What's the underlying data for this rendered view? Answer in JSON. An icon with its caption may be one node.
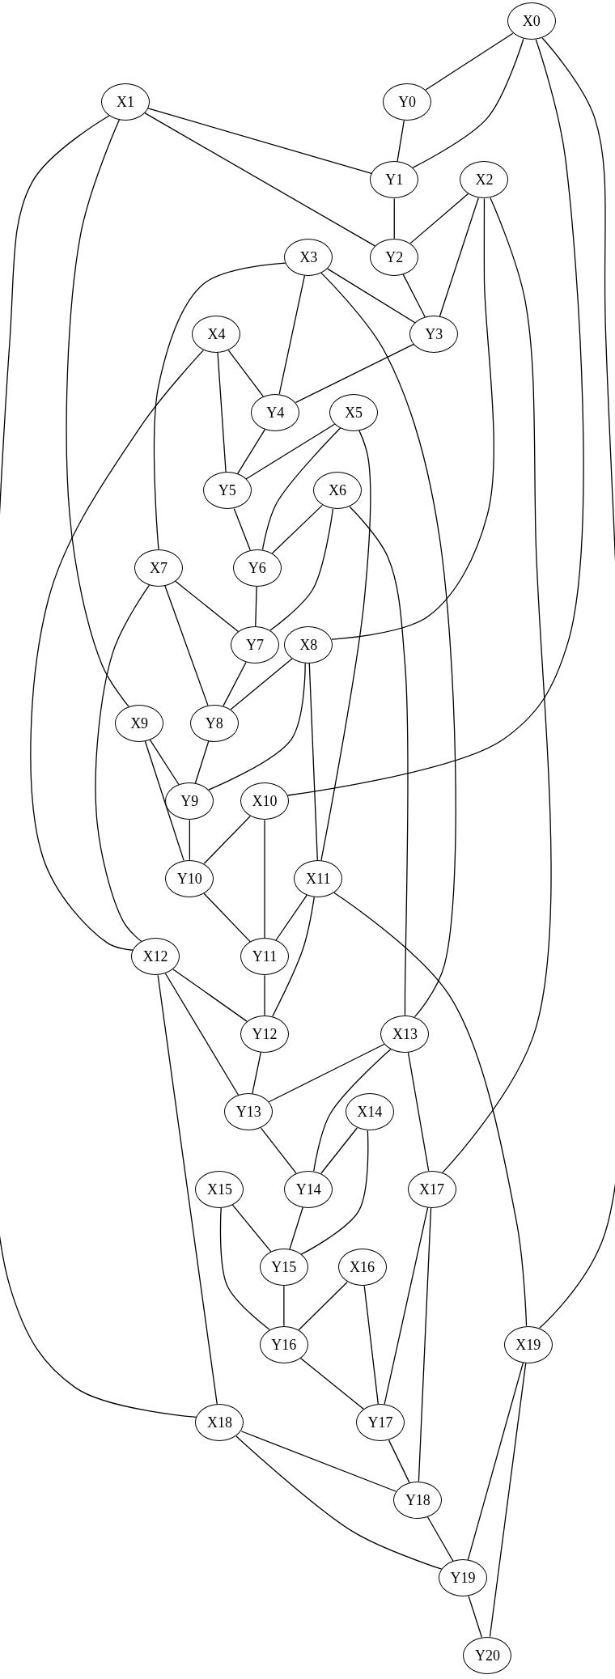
{
  "diagram": {
    "nodes": [
      {
        "text": [
          "X0"
        ]
      },
      {
        "text": [
          "X1"
        ]
      },
      {
        "text": [
          "Y0"
        ]
      },
      {
        "text": [
          "Y1"
        ]
      },
      {
        "text": [
          "X2"
        ]
      },
      {
        "text": [
          "X3"
        ]
      },
      {
        "text": [
          "Y2"
        ]
      },
      {
        "text": [
          "X4"
        ]
      },
      {
        "text": [
          "Y3"
        ]
      },
      {
        "text": [
          "Y4"
        ]
      },
      {
        "text": [
          "X5"
        ]
      },
      {
        "text": [
          "Y5"
        ]
      },
      {
        "text": [
          "X6"
        ]
      },
      {
        "text": [
          "X7"
        ]
      },
      {
        "text": [
          "Y6"
        ]
      },
      {
        "text": [
          "Y7"
        ]
      },
      {
        "text": [
          "X8"
        ]
      },
      {
        "text": [
          "X9"
        ]
      },
      {
        "text": [
          "Y8"
        ]
      },
      {
        "text": [
          "Y9"
        ]
      },
      {
        "text": [
          "X10"
        ]
      },
      {
        "text": [
          "Y10"
        ]
      },
      {
        "text": [
          "X11"
        ]
      },
      {
        "text": [
          "X12"
        ]
      },
      {
        "text": [
          "Y11"
        ]
      },
      {
        "text": [
          "Y12"
        ]
      },
      {
        "text": [
          "X13"
        ]
      },
      {
        "text": [
          "Y13"
        ]
      },
      {
        "text": [
          "X14"
        ]
      },
      {
        "text": [
          "X15"
        ]
      },
      {
        "text": [
          "Y14"
        ]
      },
      {
        "text": [
          "X17"
        ]
      },
      {
        "text": [
          "Y15"
        ]
      },
      {
        "text": [
          "X16"
        ]
      },
      {
        "text": [
          "Y16"
        ]
      },
      {
        "text": [
          "X19"
        ]
      },
      {
        "text": [
          "X18"
        ]
      },
      {
        "text": [
          "Y17"
        ]
      },
      {
        "text": [
          "Y18"
        ]
      },
      {
        "text": [
          "Y19"
        ]
      },
      {
        "text": [
          "Y20"
        ]
      }
    ],
    "edges": [
      {
        "from": 0,
        "to": 2,
        "arrow": "none"
      },
      {
        "from": 0,
        "to": 3,
        "arrow": "none"
      },
      {
        "from": 0,
        "to": 20,
        "arrow": "none"
      },
      {
        "from": 0,
        "to": 35,
        "arrow": "none"
      },
      {
        "from": 2,
        "to": 3,
        "arrow": "none"
      },
      {
        "from": 1,
        "to": 3,
        "arrow": "none"
      },
      {
        "from": 1,
        "to": 6,
        "arrow": "none"
      },
      {
        "from": 1,
        "to": 17,
        "arrow": "none"
      },
      {
        "from": 1,
        "to": 36,
        "arrow": "none"
      },
      {
        "from": 3,
        "to": 6,
        "arrow": "none"
      },
      {
        "from": 4,
        "to": 6,
        "arrow": "none"
      },
      {
        "from": 4,
        "to": 8,
        "arrow": "none"
      },
      {
        "from": 4,
        "to": 16,
        "arrow": "none"
      },
      {
        "from": 4,
        "to": 31,
        "arrow": "none"
      },
      {
        "from": 6,
        "to": 8,
        "arrow": "none"
      },
      {
        "from": 5,
        "to": 8,
        "arrow": "none"
      },
      {
        "from": 5,
        "to": 9,
        "arrow": "none"
      },
      {
        "from": 5,
        "to": 13,
        "arrow": "none"
      },
      {
        "from": 5,
        "to": 26,
        "arrow": "none"
      },
      {
        "from": 8,
        "to": 9,
        "arrow": "none"
      },
      {
        "from": 7,
        "to": 9,
        "arrow": "none"
      },
      {
        "from": 7,
        "to": 11,
        "arrow": "none"
      },
      {
        "from": 7,
        "to": 23,
        "arrow": "none"
      },
      {
        "from": 9,
        "to": 11,
        "arrow": "none"
      },
      {
        "from": 10,
        "to": 11,
        "arrow": "none"
      },
      {
        "from": 10,
        "to": 14,
        "arrow": "none"
      },
      {
        "from": 10,
        "to": 22,
        "arrow": "none"
      },
      {
        "from": 11,
        "to": 14,
        "arrow": "none"
      },
      {
        "from": 12,
        "to": 14,
        "arrow": "none"
      },
      {
        "from": 12,
        "to": 15,
        "arrow": "none"
      },
      {
        "from": 12,
        "to": 26,
        "arrow": "none"
      },
      {
        "from": 14,
        "to": 15,
        "arrow": "none"
      },
      {
        "from": 13,
        "to": 15,
        "arrow": "none"
      },
      {
        "from": 13,
        "to": 18,
        "arrow": "none"
      },
      {
        "from": 13,
        "to": 23,
        "arrow": "none"
      },
      {
        "from": 15,
        "to": 18,
        "arrow": "none"
      },
      {
        "from": 16,
        "to": 18,
        "arrow": "none"
      },
      {
        "from": 16,
        "to": 19,
        "arrow": "none"
      },
      {
        "from": 16,
        "to": 22,
        "arrow": "none"
      },
      {
        "from": 18,
        "to": 19,
        "arrow": "none"
      },
      {
        "from": 17,
        "to": 19,
        "arrow": "none"
      },
      {
        "from": 17,
        "to": 21,
        "arrow": "none"
      },
      {
        "from": 19,
        "to": 21,
        "arrow": "none"
      },
      {
        "from": 20,
        "to": 21,
        "arrow": "none"
      },
      {
        "from": 20,
        "to": 24,
        "arrow": "none"
      },
      {
        "from": 21,
        "to": 24,
        "arrow": "none"
      },
      {
        "from": 22,
        "to": 24,
        "arrow": "none"
      },
      {
        "from": 22,
        "to": 25,
        "arrow": "none"
      },
      {
        "from": 22,
        "to": 35,
        "arrow": "none"
      },
      {
        "from": 24,
        "to": 25,
        "arrow": "none"
      },
      {
        "from": 23,
        "to": 25,
        "arrow": "none"
      },
      {
        "from": 23,
        "to": 27,
        "arrow": "none"
      },
      {
        "from": 23,
        "to": 36,
        "arrow": "none"
      },
      {
        "from": 25,
        "to": 27,
        "arrow": "none"
      },
      {
        "from": 26,
        "to": 27,
        "arrow": "none"
      },
      {
        "from": 26,
        "to": 30,
        "arrow": "none"
      },
      {
        "from": 26,
        "to": 31,
        "arrow": "none"
      },
      {
        "from": 27,
        "to": 30,
        "arrow": "none"
      },
      {
        "from": 28,
        "to": 30,
        "arrow": "none"
      },
      {
        "from": 28,
        "to": 32,
        "arrow": "none"
      },
      {
        "from": 30,
        "to": 32,
        "arrow": "none"
      },
      {
        "from": 29,
        "to": 32,
        "arrow": "none"
      },
      {
        "from": 29,
        "to": 34,
        "arrow": "none"
      },
      {
        "from": 32,
        "to": 34,
        "arrow": "none"
      },
      {
        "from": 33,
        "to": 34,
        "arrow": "none"
      },
      {
        "from": 33,
        "to": 37,
        "arrow": "none"
      },
      {
        "from": 34,
        "to": 37,
        "arrow": "none"
      },
      {
        "from": 31,
        "to": 37,
        "arrow": "none"
      },
      {
        "from": 31,
        "to": 38,
        "arrow": "none"
      },
      {
        "from": 37,
        "to": 38,
        "arrow": "none"
      },
      {
        "from": 36,
        "to": 38,
        "arrow": "none"
      },
      {
        "from": 36,
        "to": 39,
        "arrow": "none"
      },
      {
        "from": 38,
        "to": 39,
        "arrow": "none"
      },
      {
        "from": 35,
        "to": 39,
        "arrow": "none"
      },
      {
        "from": 35,
        "to": 40,
        "arrow": "none"
      },
      {
        "from": 39,
        "to": 40,
        "arrow": "none"
      }
    ]
  }
}
